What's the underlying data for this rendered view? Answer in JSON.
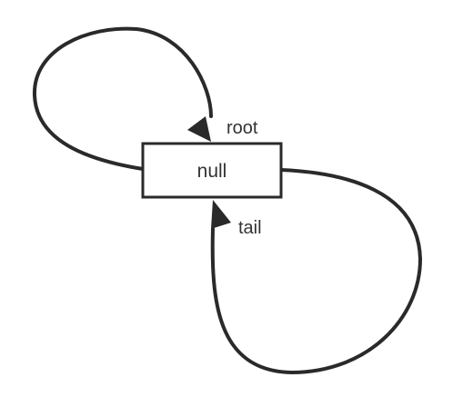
{
  "diagram": {
    "node": {
      "label": "null"
    },
    "edges": [
      {
        "label": "root"
      },
      {
        "label": "tail"
      }
    ]
  },
  "colors": {
    "stroke": "#2a2a2a",
    "text": "#333333",
    "background": "#ffffff"
  }
}
